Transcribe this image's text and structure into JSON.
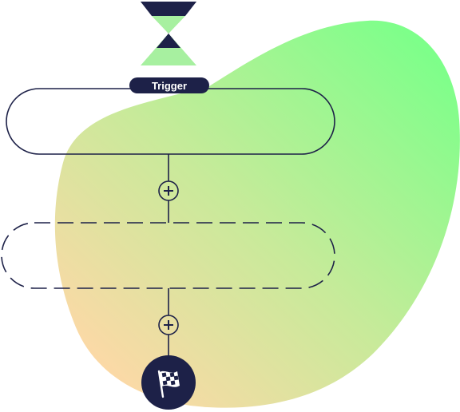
{
  "workflow": {
    "trigger_label": "Trigger",
    "trigger_step_state": "empty",
    "action_step_state": "placeholder",
    "add_step_icon": "plus-icon",
    "finish_icon": "checkered-flag-icon",
    "start_icon": "hourglass-icon"
  },
  "colors": {
    "navy": "#1d2148",
    "blob_start": "#fbd9a6",
    "blob_mid": "#c8ea9a",
    "blob_end": "#7dff8a",
    "hourglass_fill": "#a7f0a0",
    "white": "#ffffff"
  }
}
